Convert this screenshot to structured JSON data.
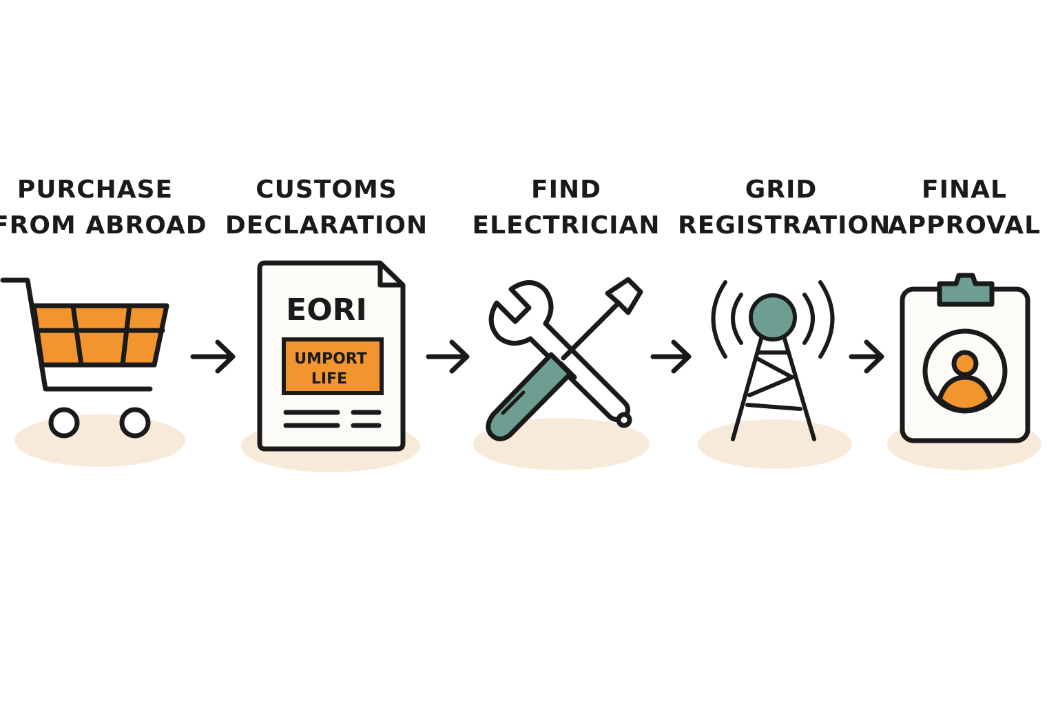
{
  "steps": [
    {
      "line1": "PURCHASE",
      "line2": "FROM ABROAD",
      "icon": "shopping-cart-icon"
    },
    {
      "line1": "CUSTOMS",
      "line2": "DECLARATION",
      "icon": "document-icon"
    },
    {
      "line1": "FIND",
      "line2": "ELECTRICIAN",
      "icon": "wrench-screwdriver-icon"
    },
    {
      "line1": "GRID",
      "line2": "REGISTRATION",
      "icon": "radio-tower-icon"
    },
    {
      "line1": "FINAL",
      "line2": "APPROVAL",
      "icon": "clipboard-person-icon"
    }
  ],
  "document": {
    "heading": "EORI",
    "stamp_line1": "UMPORT",
    "stamp_line2": "LIFE"
  },
  "colors": {
    "orange": "#F2952F",
    "teal": "#6E9E92",
    "shadow": "#F8EADB",
    "stroke": "#1A1A1A",
    "paper": "#FDFBF8"
  }
}
